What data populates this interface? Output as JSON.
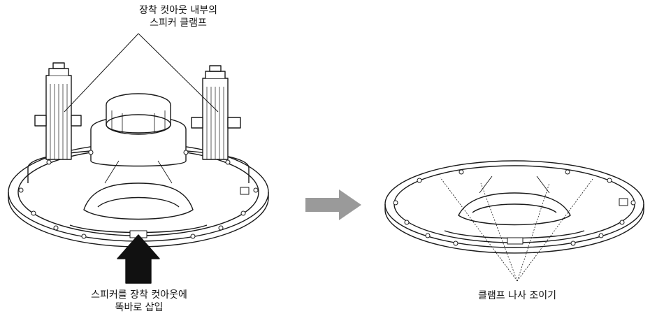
{
  "callouts": {
    "clamps": {
      "line1": "장착 컷아웃 내부의",
      "line2": "스피커 클램프"
    },
    "insert": {
      "line1": "스피커를 장착 컷아웃에",
      "line2": "똑바로 삽입"
    },
    "tighten": {
      "line1": "클램프 나사 조이기"
    }
  },
  "colors": {
    "line": "#1a1a1a",
    "arrow_black": "#111111",
    "arrow_gray": "#9a9a9a",
    "fill": "#ffffff"
  }
}
